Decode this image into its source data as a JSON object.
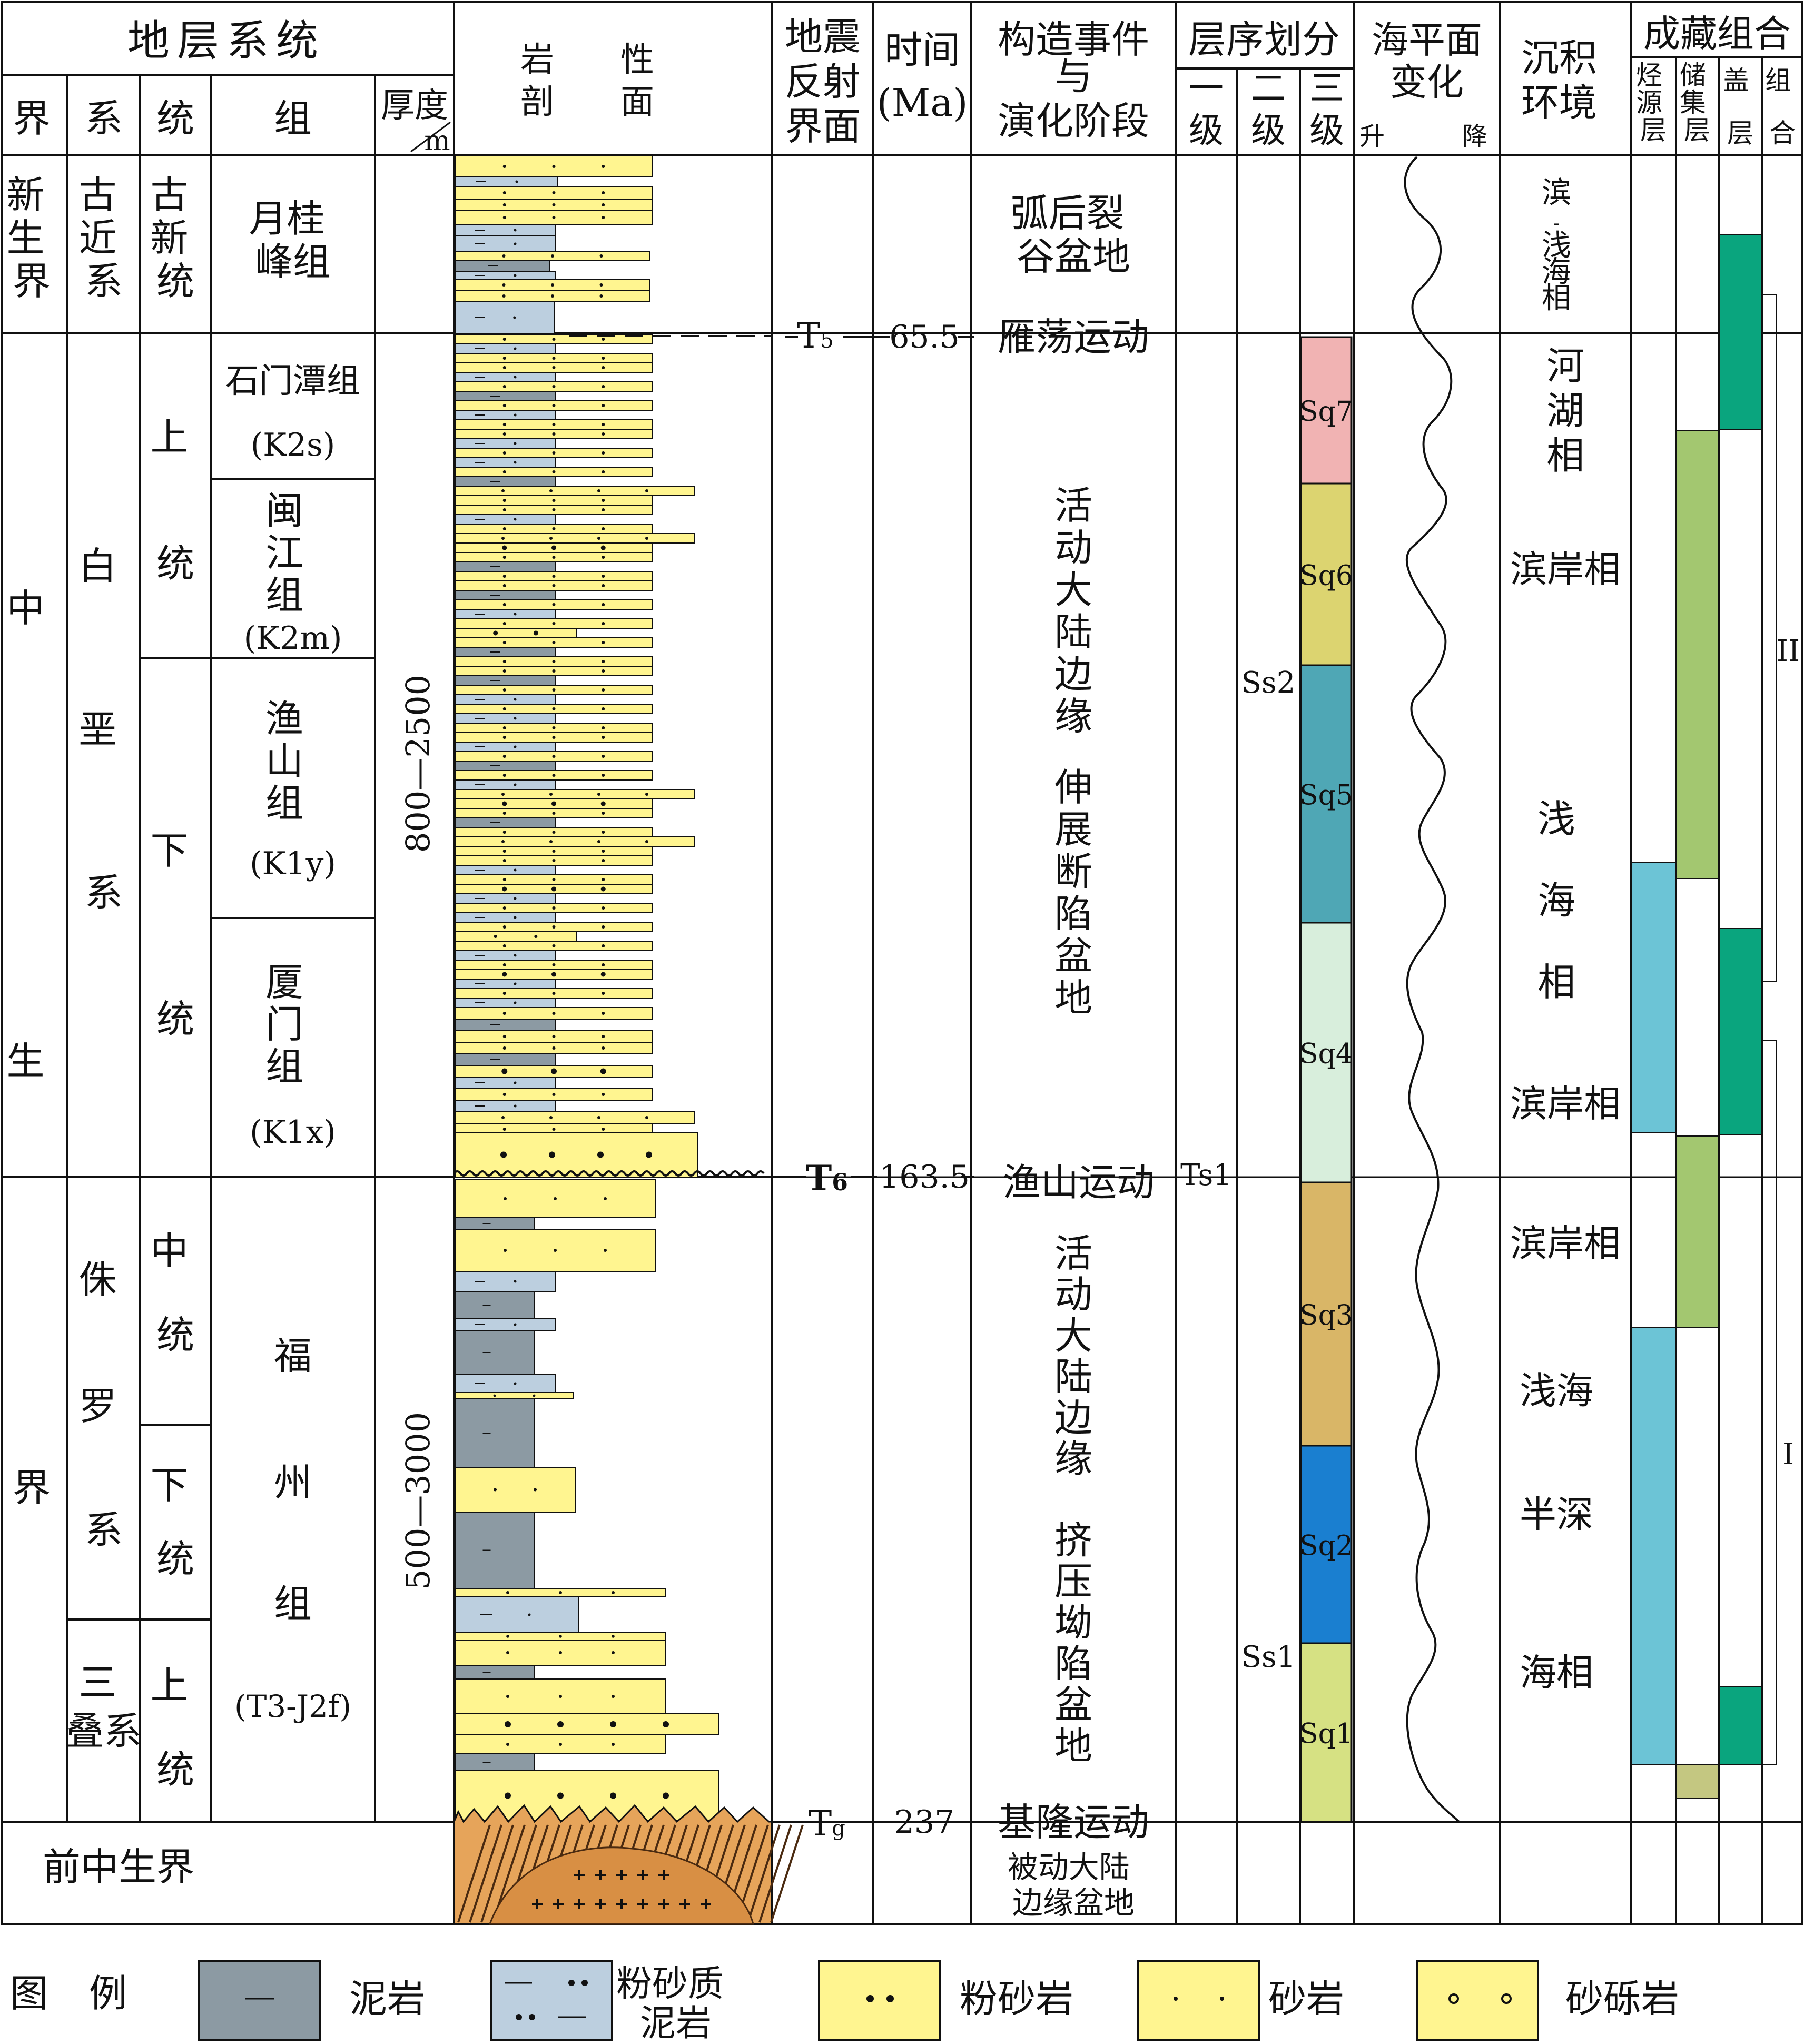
{
  "header": {
    "strat_system": "地层系统",
    "jie": "界",
    "xi": "系",
    "tong": "统",
    "zu": "组",
    "thickness": "厚度",
    "thickness_unit": "m",
    "lithology": [
      "岩",
      "性",
      "剖",
      "面"
    ],
    "seismic": [
      "地震",
      "反射",
      "界面"
    ],
    "time": [
      "时间",
      "(Ma)"
    ],
    "tectonic": [
      "构造事件",
      "与",
      "演化阶段"
    ],
    "sequence": "层序划分",
    "seq_levels": [
      "一",
      "级",
      "二",
      "级",
      "三",
      "级"
    ],
    "sealevel": [
      "海平面",
      "变化"
    ],
    "sealevel_rise": "升",
    "sealevel_fall": "降",
    "depositional": [
      "沉积",
      "环境"
    ],
    "assemblage": "成藏组合",
    "assemblage_cols": [
      "烃源层",
      "储集层",
      "盖层",
      "组合"
    ]
  },
  "strata": {
    "cenozoic": "新生界",
    "paleogene": "古近系",
    "paleocene": "古新统",
    "yuegui": "月桂峰组",
    "mesozoic": "中生界",
    "cretaceous": "白垩系",
    "upper_series": "上统",
    "lower_series": "下统",
    "shimentan": [
      "石门潭组",
      "(K2s)"
    ],
    "minjiang": [
      "闽",
      "江",
      "组",
      "(K2m)"
    ],
    "yushan": [
      "渔",
      "山",
      "组",
      "(K1y)"
    ],
    "xiamen": [
      "厦",
      "门",
      "组",
      "(K1x)"
    ],
    "jurassic": "侏罗系",
    "middle_series": "中统",
    "triassic": "三叠系",
    "fuzhou": [
      "福",
      "州",
      "组",
      "(T3-J2f)"
    ],
    "premesozoic": "前中生界",
    "thickness_k": "800—2500",
    "thickness_j": "500—3000"
  },
  "seismic": [
    {
      "name": "T5",
      "age": "65.5"
    },
    {
      "name": "T6",
      "age": "163.5"
    },
    {
      "name": "Tg",
      "age": "237"
    }
  ],
  "tectonics": {
    "backarc": "弧后裂谷盆地",
    "yandang": "雁荡运动",
    "cret_stage": "活动大陆边缘",
    "cret_basin": "伸展断陷盆地",
    "yushan_mov": "渔山运动",
    "jur_stage": "活动大陆边缘",
    "jur_basin": "挤压坳陷盆地",
    "jilong": "基隆运动",
    "passive": "被动大陆边缘盆地"
  },
  "sequences": {
    "first": "Ts1",
    "second": [
      "Ss2",
      "Ss1"
    ],
    "third": [
      {
        "name": "Sq7",
        "color": "#f1b3b3"
      },
      {
        "name": "Sq6",
        "color": "#dcd470"
      },
      {
        "name": "Sq5",
        "color": "#4fa7b5"
      },
      {
        "name": "Sq4",
        "color": "#d8eedc"
      },
      {
        "name": "Sq3",
        "color": "#d9b667"
      },
      {
        "name": "Sq2",
        "color": "#1a7fd0"
      },
      {
        "name": "Sq1",
        "color": "#d6e183"
      }
    ]
  },
  "environments": {
    "binqian": [
      "滨",
      "-",
      "浅",
      "海",
      "相"
    ],
    "hehu": [
      "河",
      "湖",
      "相"
    ],
    "binan1": "滨岸相",
    "qianhai1": [
      "浅",
      "海",
      "相"
    ],
    "binan2": "滨岸相",
    "binan3": "滨岸相",
    "qianhai2": "浅海",
    "banshen": "半深",
    "haixiang": "海相"
  },
  "assemblage": {
    "groups": [
      "II",
      "I"
    ],
    "colors": {
      "source": "#6cc4d6",
      "reservoir": "#a3c770",
      "seal": "#0aa57e",
      "reservoir2": "#c4c781"
    }
  },
  "legend": {
    "title": [
      "图",
      "例"
    ],
    "items": [
      "泥岩",
      "粉砂质泥岩",
      "粉砂岩",
      "砂岩",
      "砂砾岩"
    ],
    "colors": {
      "mud": "#8c9aa3",
      "silt_mud": "#bccfdf",
      "yellow": "#fff590"
    }
  }
}
